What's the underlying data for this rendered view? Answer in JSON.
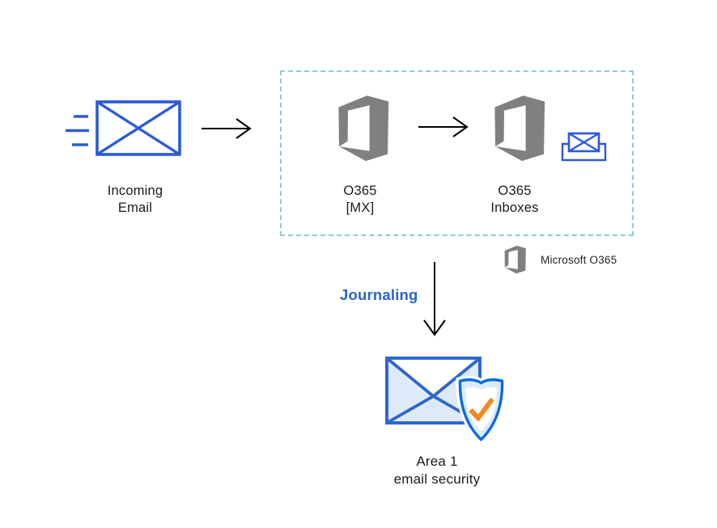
{
  "diagram": {
    "incoming_email": {
      "line1": "Incoming",
      "line2": "Email"
    },
    "o365_mx": {
      "line1": "O365",
      "line2": "[MX]"
    },
    "o365_inboxes": {
      "line1": "O365",
      "line2": "Inboxes"
    },
    "journaling": {
      "label": "Journaling"
    },
    "legend": {
      "label": "Microsoft O365"
    },
    "area1": {
      "line1": "Area 1",
      "line2": "email security"
    }
  },
  "icons": {
    "incoming_email": "envelope-with-motion-lines",
    "o365_mx": "office-365-logo",
    "o365_inboxes": "office-365-logo",
    "inbox": "envelope-in-inbox-tray",
    "legend": "office-365-logo-small",
    "area1": "envelope-with-shield-checkmark",
    "arrows": [
      "arrow-right",
      "arrow-right",
      "arrow-down"
    ]
  },
  "colors": {
    "icon_blue": "#2D5BD4",
    "office_gray": "#808080",
    "boundary_dash": "#8FCBDA",
    "journaling_text": "#2E63C8",
    "shield_border": "#0E6AD8",
    "check_orange": "#EF8A1D",
    "envelope_fill": "#DDEBF8",
    "label_text": "#1A1A1A",
    "arrow_black": "#000000"
  }
}
